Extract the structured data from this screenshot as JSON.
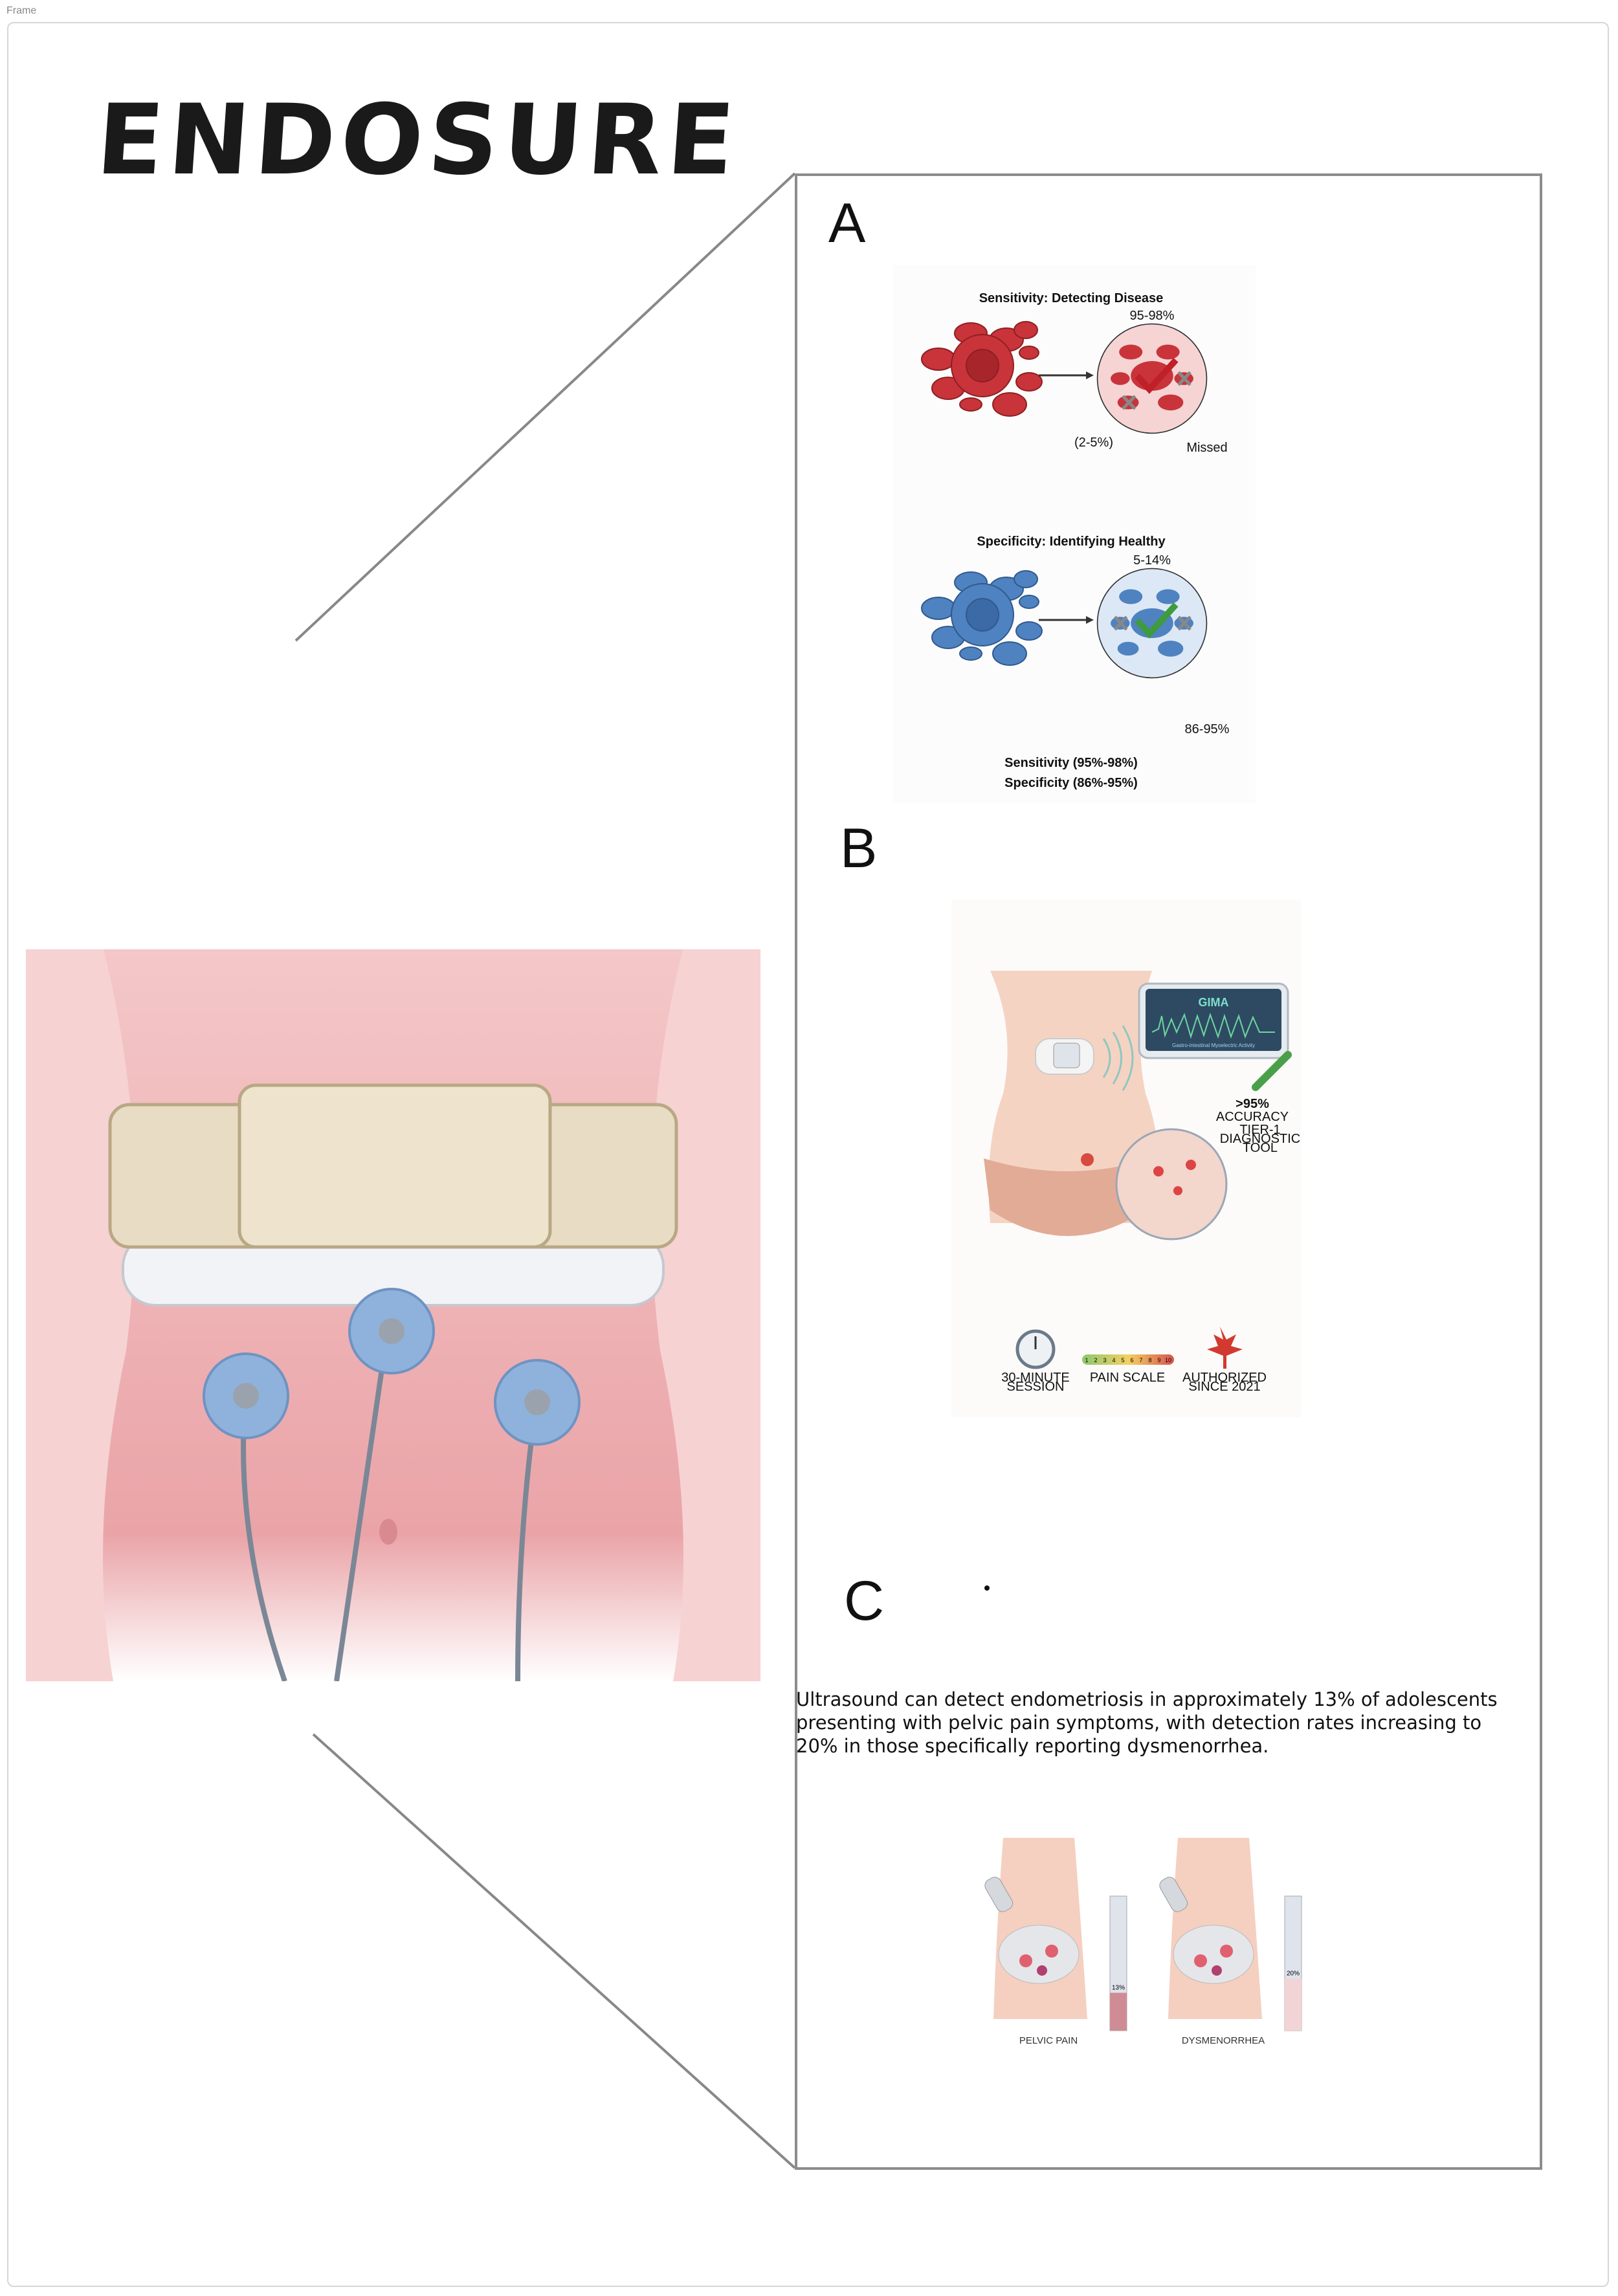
{
  "frame": {
    "label": "Frame"
  },
  "title": "ENDOSURE",
  "panels": {
    "a": {
      "label": "A",
      "sensitivity_title": "Sensitivity: Detecting Disease",
      "sensitivity_detected": "95-98%",
      "sensitivity_missed_pct": "(2-5%)",
      "sensitivity_missed": "Missed",
      "specificity_title": "Specificity: Identifying Healthy",
      "specificity_false": "5-14%",
      "specificity_correct": "86-95%",
      "summary_line1": "Sensitivity (95%-98%)",
      "summary_line2": "Specificity (86%-95%)"
    },
    "b": {
      "label": "B",
      "monitor_title": "GIMA",
      "monitor_caption": "Gastro-intestinal Myoelectric Activity",
      "accuracy": ">95%",
      "accuracy_label": "ACCURACY",
      "tier_line1": "TIER-1",
      "tier_line2": "DIAGNOSTIC",
      "tier_line3": "TOOL",
      "session_line1": "30-MINUTE",
      "session_line2": "SESSION",
      "pain_scale": "PAIN SCALE",
      "pain_numbers": [
        "1",
        "2",
        "3",
        "4",
        "5",
        "6",
        "7",
        "8",
        "9",
        "10"
      ],
      "authorized_line1": "AUTHORIZED",
      "authorized_line2": "SINCE 2021"
    },
    "c": {
      "label": "C",
      "text": "Ultrasound can detect endometriosis in approximately 13% of adolescents presenting with pelvic pain symptoms, with detection rates increasing to 20% in those specifically reporting dysmenorrhea.",
      "figures": [
        {
          "label": "PELVIC PAIN",
          "value_label": "13%",
          "value": 13
        },
        {
          "label": "DYSMENORRHEA",
          "value_label": "20%",
          "value": 20
        }
      ]
    }
  },
  "colors": {
    "red_cell": "#c8343a",
    "blue_cell": "#4f82c0",
    "check_green": "#3e9b3e",
    "skin": "#f1c3c3",
    "electrode": "#8fb2dc"
  }
}
